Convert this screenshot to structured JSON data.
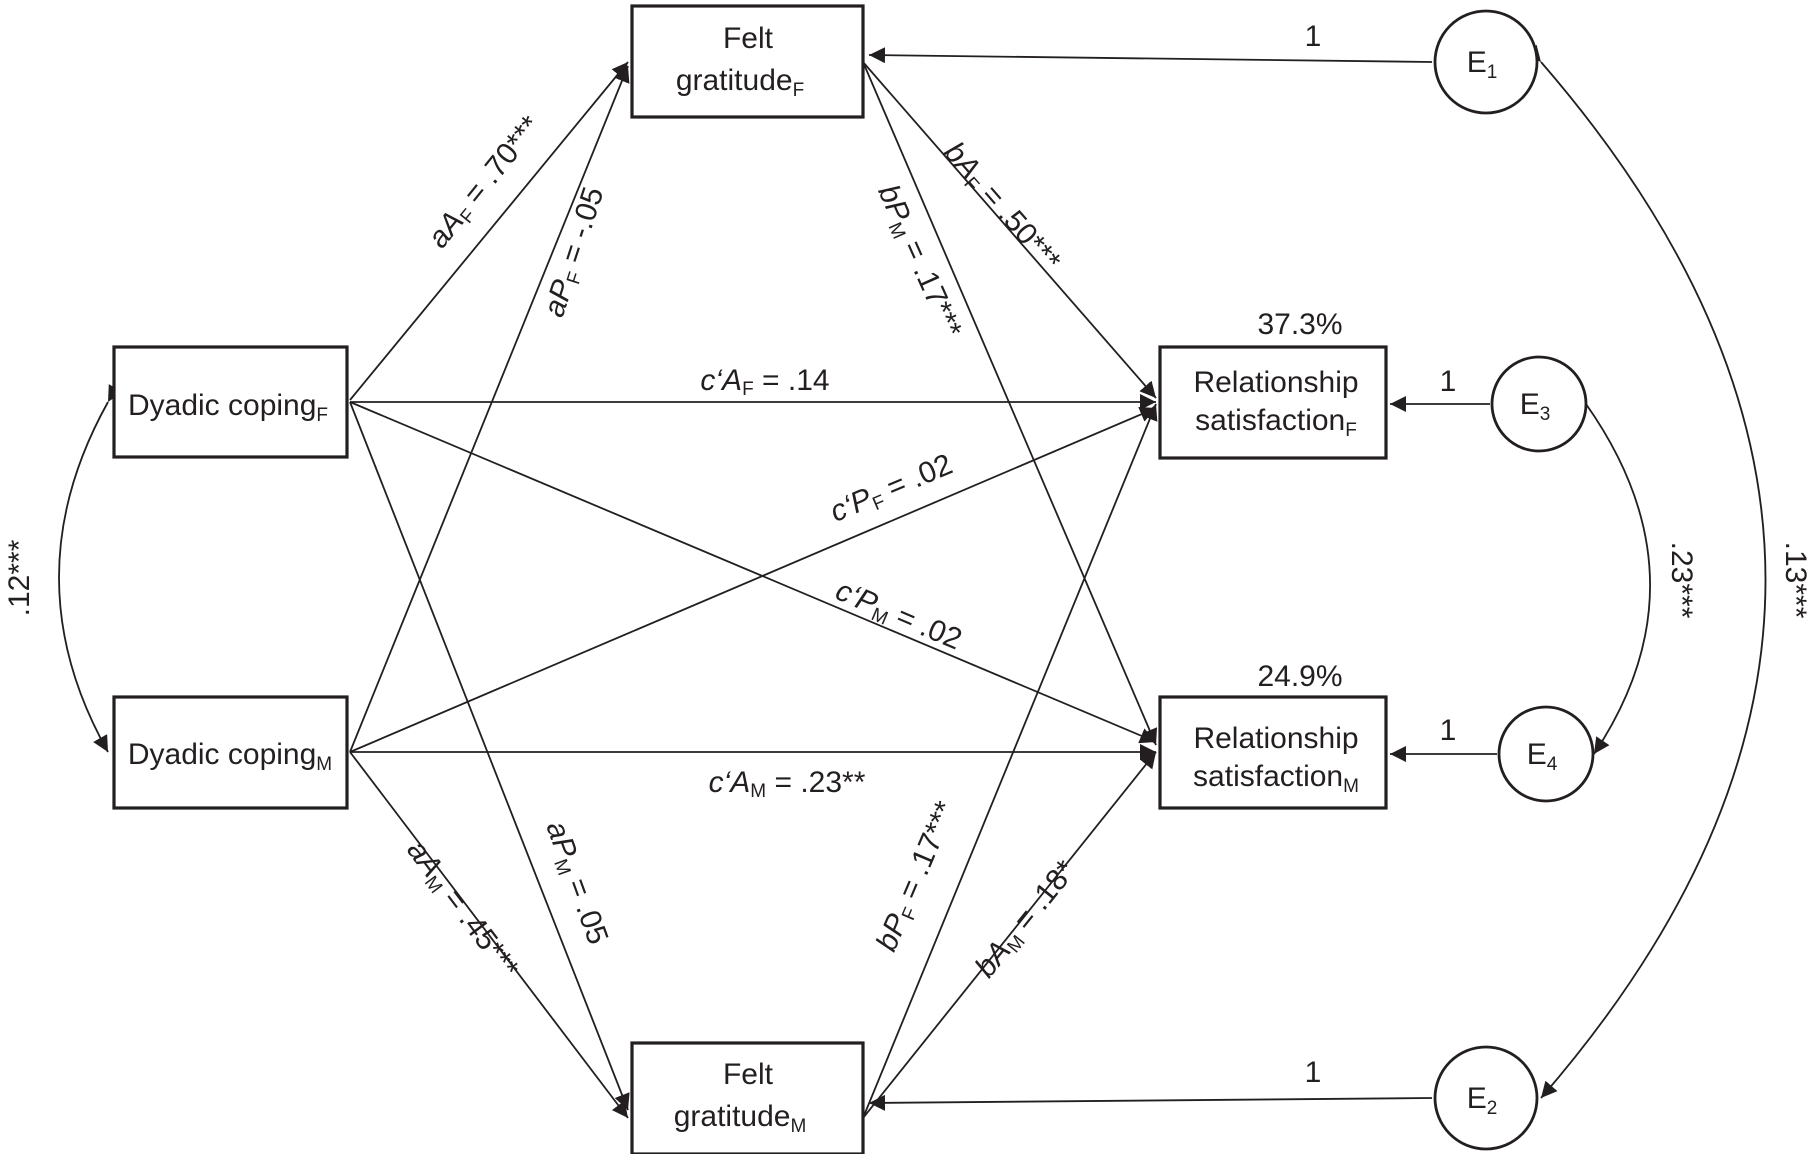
{
  "nodes": {
    "felt_gratitude_f": {
      "line1": "Felt",
      "line2": "gratitude",
      "sub": "F"
    },
    "felt_gratitude_m": {
      "line1": "Felt",
      "line2": "gratitude",
      "sub": "M"
    },
    "dyadic_coping_f": {
      "label": "Dyadic coping",
      "sub": "F"
    },
    "dyadic_coping_m": {
      "label": "Dyadic coping",
      "sub": "M"
    },
    "relationship_satisfaction_f": {
      "line1": "Relationship",
      "line2": "satisfaction",
      "sub": "F",
      "r2": "37.3%"
    },
    "relationship_satisfaction_m": {
      "line1": "Relationship",
      "line2": "satisfaction",
      "sub": "M",
      "r2": "24.9%"
    }
  },
  "errors": {
    "e1": {
      "label": "E",
      "sub": "1",
      "loading": "1"
    },
    "e2": {
      "label": "E",
      "sub": "2",
      "loading": "1"
    },
    "e3": {
      "label": "E",
      "sub": "3",
      "loading": "1"
    },
    "e4": {
      "label": "E",
      "sub": "4",
      "loading": "1"
    }
  },
  "paths": {
    "aA_F": {
      "pre": "aA",
      "sub": "F",
      "post": " = .70***"
    },
    "aP_F": {
      "pre": "aP",
      "sub": "F",
      "post": " = -.05"
    },
    "bA_F": {
      "pre": "bA",
      "sub": "F",
      "post": " = .50***"
    },
    "bP_M": {
      "pre": "bP",
      "sub": "M",
      "post": " = .17***"
    },
    "cA_F": {
      "pre": "c‘A",
      "sub": "F",
      "post": " = .14"
    },
    "cP_F": {
      "pre": "c‘P",
      "sub": "F",
      "post": " = .02"
    },
    "cP_M": {
      "pre": "c‘P",
      "sub": "M",
      "post": " = .02"
    },
    "cA_M": {
      "pre": "c‘A",
      "sub": "M",
      "post": " = .23**"
    },
    "aA_M": {
      "pre": "aA",
      "sub": "M",
      "post": " = .45***"
    },
    "aP_M": {
      "pre": "aP",
      "sub": "M",
      "post": " = .05"
    },
    "bP_F": {
      "pre": "bP",
      "sub": "F",
      "post": " = .17***"
    },
    "bA_M": {
      "pre": "bA",
      "sub": "M",
      "post": " = .18*"
    }
  },
  "covariances": {
    "dyadic_coping": ".12***",
    "e3_e4": ".23***",
    "e1_e2": ".13***"
  }
}
